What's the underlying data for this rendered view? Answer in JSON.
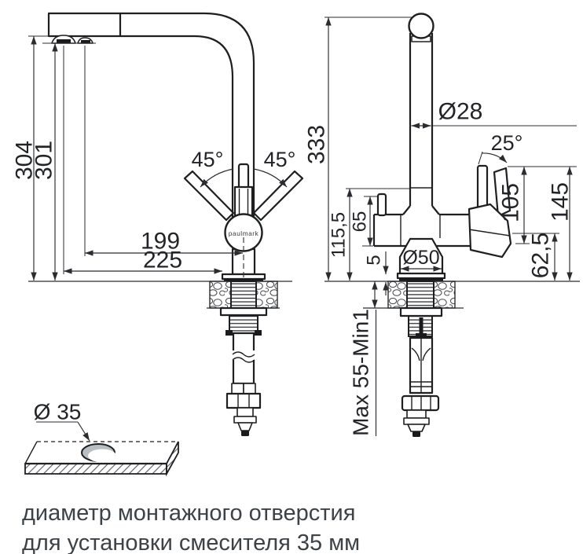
{
  "caption": {
    "line1": "диаметр монтажного отверстия",
    "line2": "для установки смесителя 35 мм"
  },
  "brand": {
    "logo": "paulmark"
  },
  "side_view": {
    "height_to_spout": "304",
    "height_to_aerator": "301",
    "reach_to_center": "199",
    "reach_overall": "225",
    "handle_swing_left": "45°",
    "handle_swing_right": "45°"
  },
  "front_view": {
    "total_height": "333",
    "pipe_diameter": "Ø28",
    "handle_tilt": "25°",
    "height_body": "115,5",
    "filter_handle_height": "65",
    "base_gasket": "5",
    "base_diameter": "Ø50",
    "handle_height": "105",
    "handle_overall_height": "145",
    "body_side_height": "62,5",
    "mount_thickness_range": "Max 55-Min1"
  },
  "hole_detail": {
    "hole_diameter": "Ø 35"
  }
}
